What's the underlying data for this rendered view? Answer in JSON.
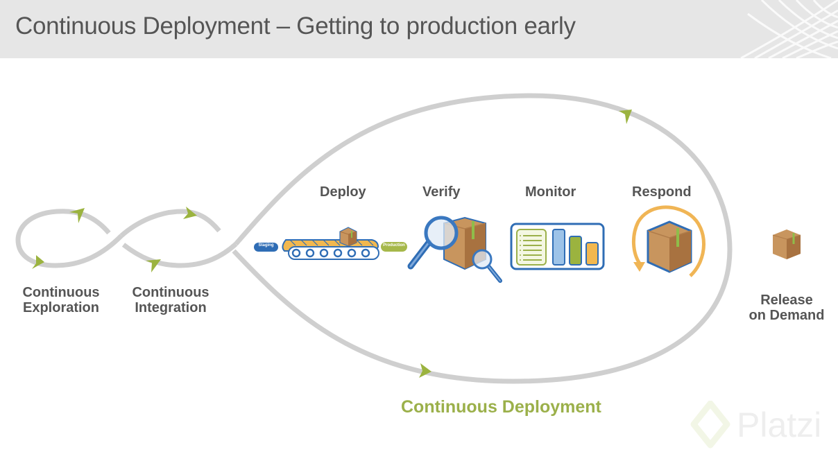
{
  "header": {
    "title": "Continuous Deployment – Getting to production early"
  },
  "pipeline": {
    "exploration": {
      "line1": "Continuous",
      "line2": "Exploration"
    },
    "integration": {
      "line1": "Continuous",
      "line2": "Integration"
    },
    "deployment": {
      "label": "Continuous Deployment"
    },
    "release": {
      "line1": "Release",
      "line2": "on Demand"
    }
  },
  "stages": [
    {
      "label": "Deploy",
      "icon": "conveyor-belt-icon"
    },
    {
      "label": "Verify",
      "icon": "magnifier-box-icon"
    },
    {
      "label": "Monitor",
      "icon": "dashboard-chart-icon"
    },
    {
      "label": "Respond",
      "icon": "rotate-box-icon"
    }
  ],
  "deploy_tags": {
    "staging": "Staging",
    "production": "Production"
  },
  "colors": {
    "loop": "#cfcfcf",
    "arrow": "#9bb33f",
    "accent_green": "#9bb04a",
    "blue": "#2f6db5",
    "box": "#c8955e",
    "orange": "#f0b555",
    "text": "#555555"
  },
  "watermark": {
    "brand": "Platzi"
  }
}
